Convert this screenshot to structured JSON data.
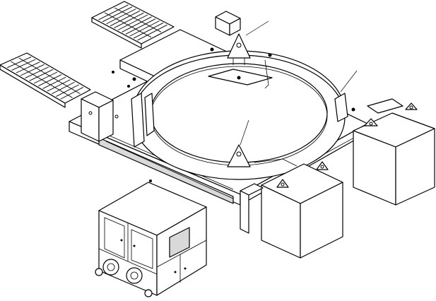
{
  "drawing": {
    "parts": [
      "walkway-grating-upper",
      "walkway-grating-lower",
      "base-frame",
      "ring-frame",
      "side-clamp-pad-right",
      "hydraulic-tank-front",
      "hydraulic-tank-right",
      "control-cabinet-cart"
    ],
    "leader_line_count": 3
  }
}
